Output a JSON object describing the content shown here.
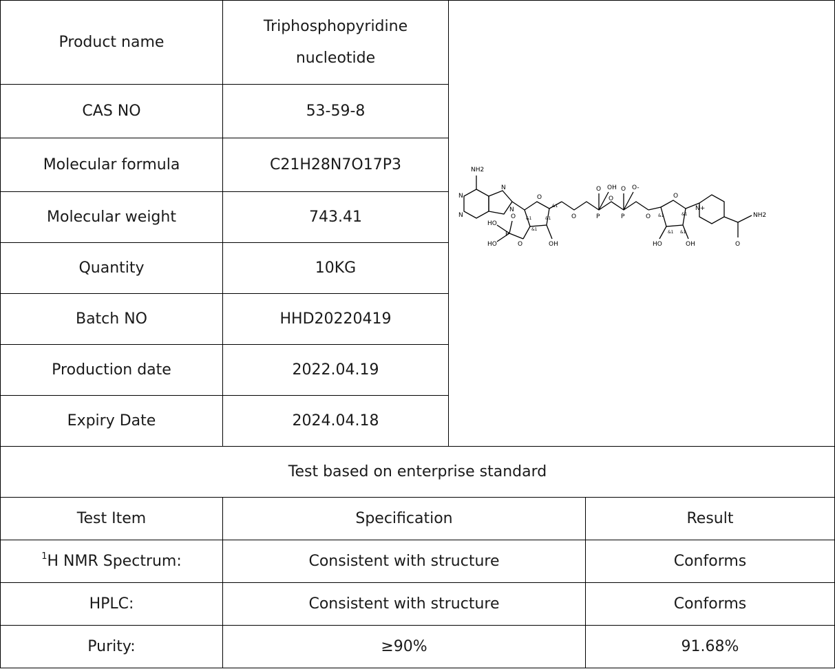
{
  "product_info": [
    {
      "label": "Product name",
      "value": "Triphosphopyridine nucleotide"
    },
    {
      "label": "CAS NO",
      "value": "53-59-8"
    },
    {
      "label": "Molecular formula",
      "value": "C21H28N7O17P3"
    },
    {
      "label": "Molecular weight",
      "value": "743.41"
    },
    {
      "label": "Quantity",
      "value": "10KG"
    },
    {
      "label": "Batch NO",
      "value": "HHD20220419"
    },
    {
      "label": "Production date",
      "value": "2022.04.19"
    },
    {
      "label": "Expiry Date",
      "value": "2024.04.18"
    }
  ],
  "structure_labels": {
    "nh2_top": "NH2",
    "nh2_right": "NH2",
    "n": "N",
    "n_plus": "N+",
    "o": "O",
    "oh": "OH",
    "ho": "HO",
    "o_minus": "O-",
    "p": "P",
    "stereo": "&1"
  },
  "standard_header": "Test based on enterprise standard",
  "tests_header": {
    "item": "Test Item",
    "spec": "Specification",
    "result": "Result"
  },
  "tests": [
    {
      "sup": "1",
      "item": "H NMR Spectrum:",
      "spec": "Consistent with structure",
      "result": "Conforms"
    },
    {
      "sup": "",
      "item": "HPLC:",
      "spec": "Consistent with structure",
      "result": "Conforms"
    },
    {
      "sup": "",
      "item": "Purity:",
      "spec": "≥90%",
      "result": "91.68%"
    }
  ]
}
